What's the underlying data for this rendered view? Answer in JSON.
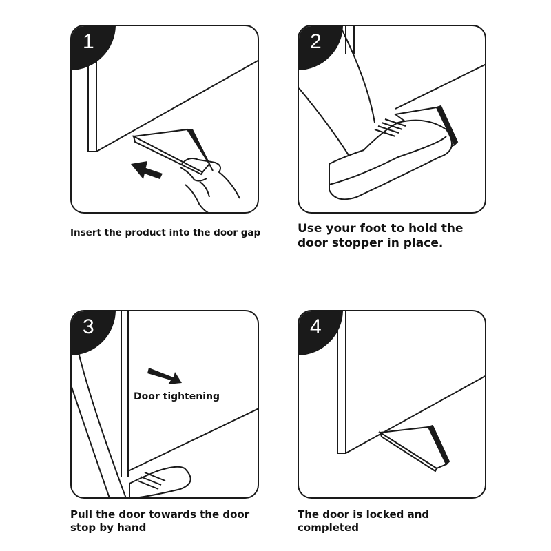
{
  "steps": [
    {
      "number": "1",
      "caption": "Insert the product into the door gap"
    },
    {
      "number": "2",
      "caption": "Use your foot to hold the door stopper in place."
    },
    {
      "number": "3",
      "caption": "Pull the door towards the door stop by hand",
      "label": "Door tightening"
    },
    {
      "number": "4",
      "caption": "The door is locked and completed"
    }
  ],
  "colors": {
    "ink": "#1a1a1a",
    "paper": "#ffffff"
  },
  "icons": [
    "arrow-icon",
    "hand-icon",
    "shoe-icon",
    "door-stopper-icon"
  ]
}
